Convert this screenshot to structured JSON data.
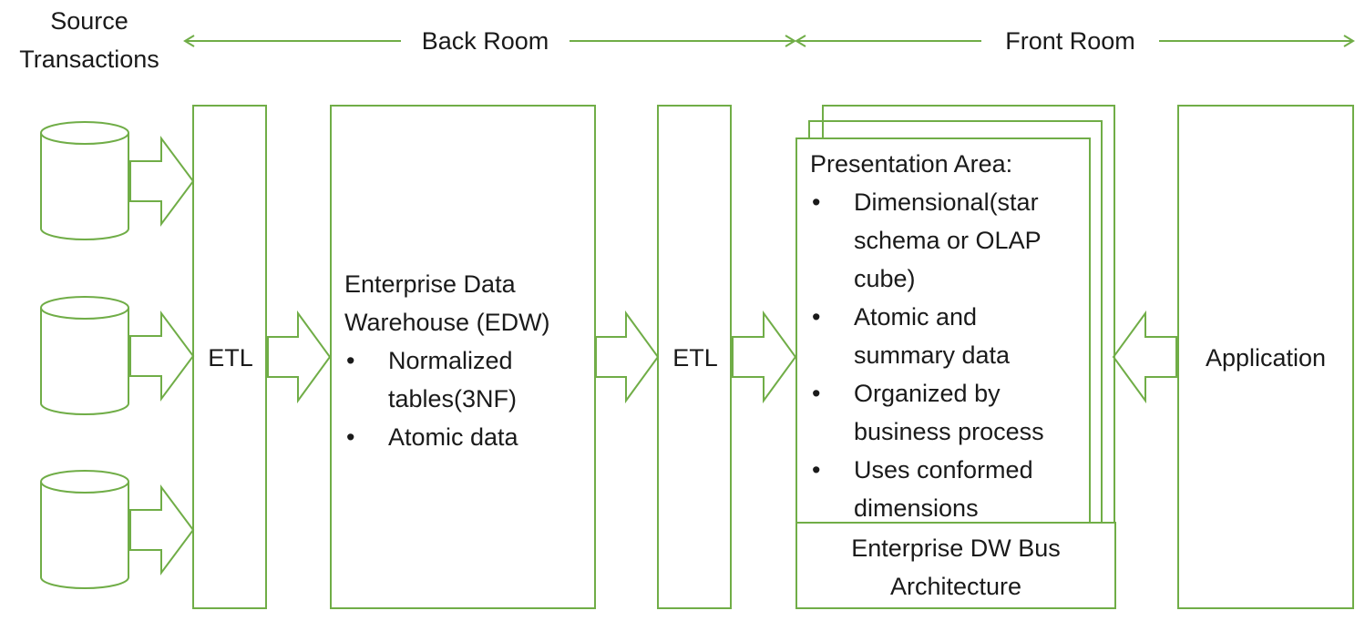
{
  "header": {
    "source_line1": "Source",
    "source_line2": "Transactions",
    "back_room": "Back Room",
    "front_room": "Front Room"
  },
  "etl1": {
    "label": "ETL"
  },
  "edw": {
    "title_line1": "Enterprise Data",
    "title_line2": "Warehouse (EDW)",
    "bullets": [
      {
        "line1": "Normalized",
        "line2": "tables(3NF)"
      },
      {
        "line1": "Atomic data"
      }
    ]
  },
  "etl2": {
    "label": "ETL"
  },
  "presentation": {
    "title": "Presentation Area:",
    "bullets": [
      {
        "line1": "Dimensional(star",
        "line2": "schema or OLAP",
        "line3": "cube)"
      },
      {
        "line1": "Atomic and",
        "line2": "summary data"
      },
      {
        "line1": "Organized by",
        "line2": "business process"
      },
      {
        "line1": "Uses conformed",
        "line2": "dimensions"
      }
    ]
  },
  "bus": {
    "line1": "Enterprise DW Bus",
    "line2": "Architecture"
  },
  "application": {
    "label": "Application"
  },
  "colors": {
    "stroke": "#70ad47"
  }
}
